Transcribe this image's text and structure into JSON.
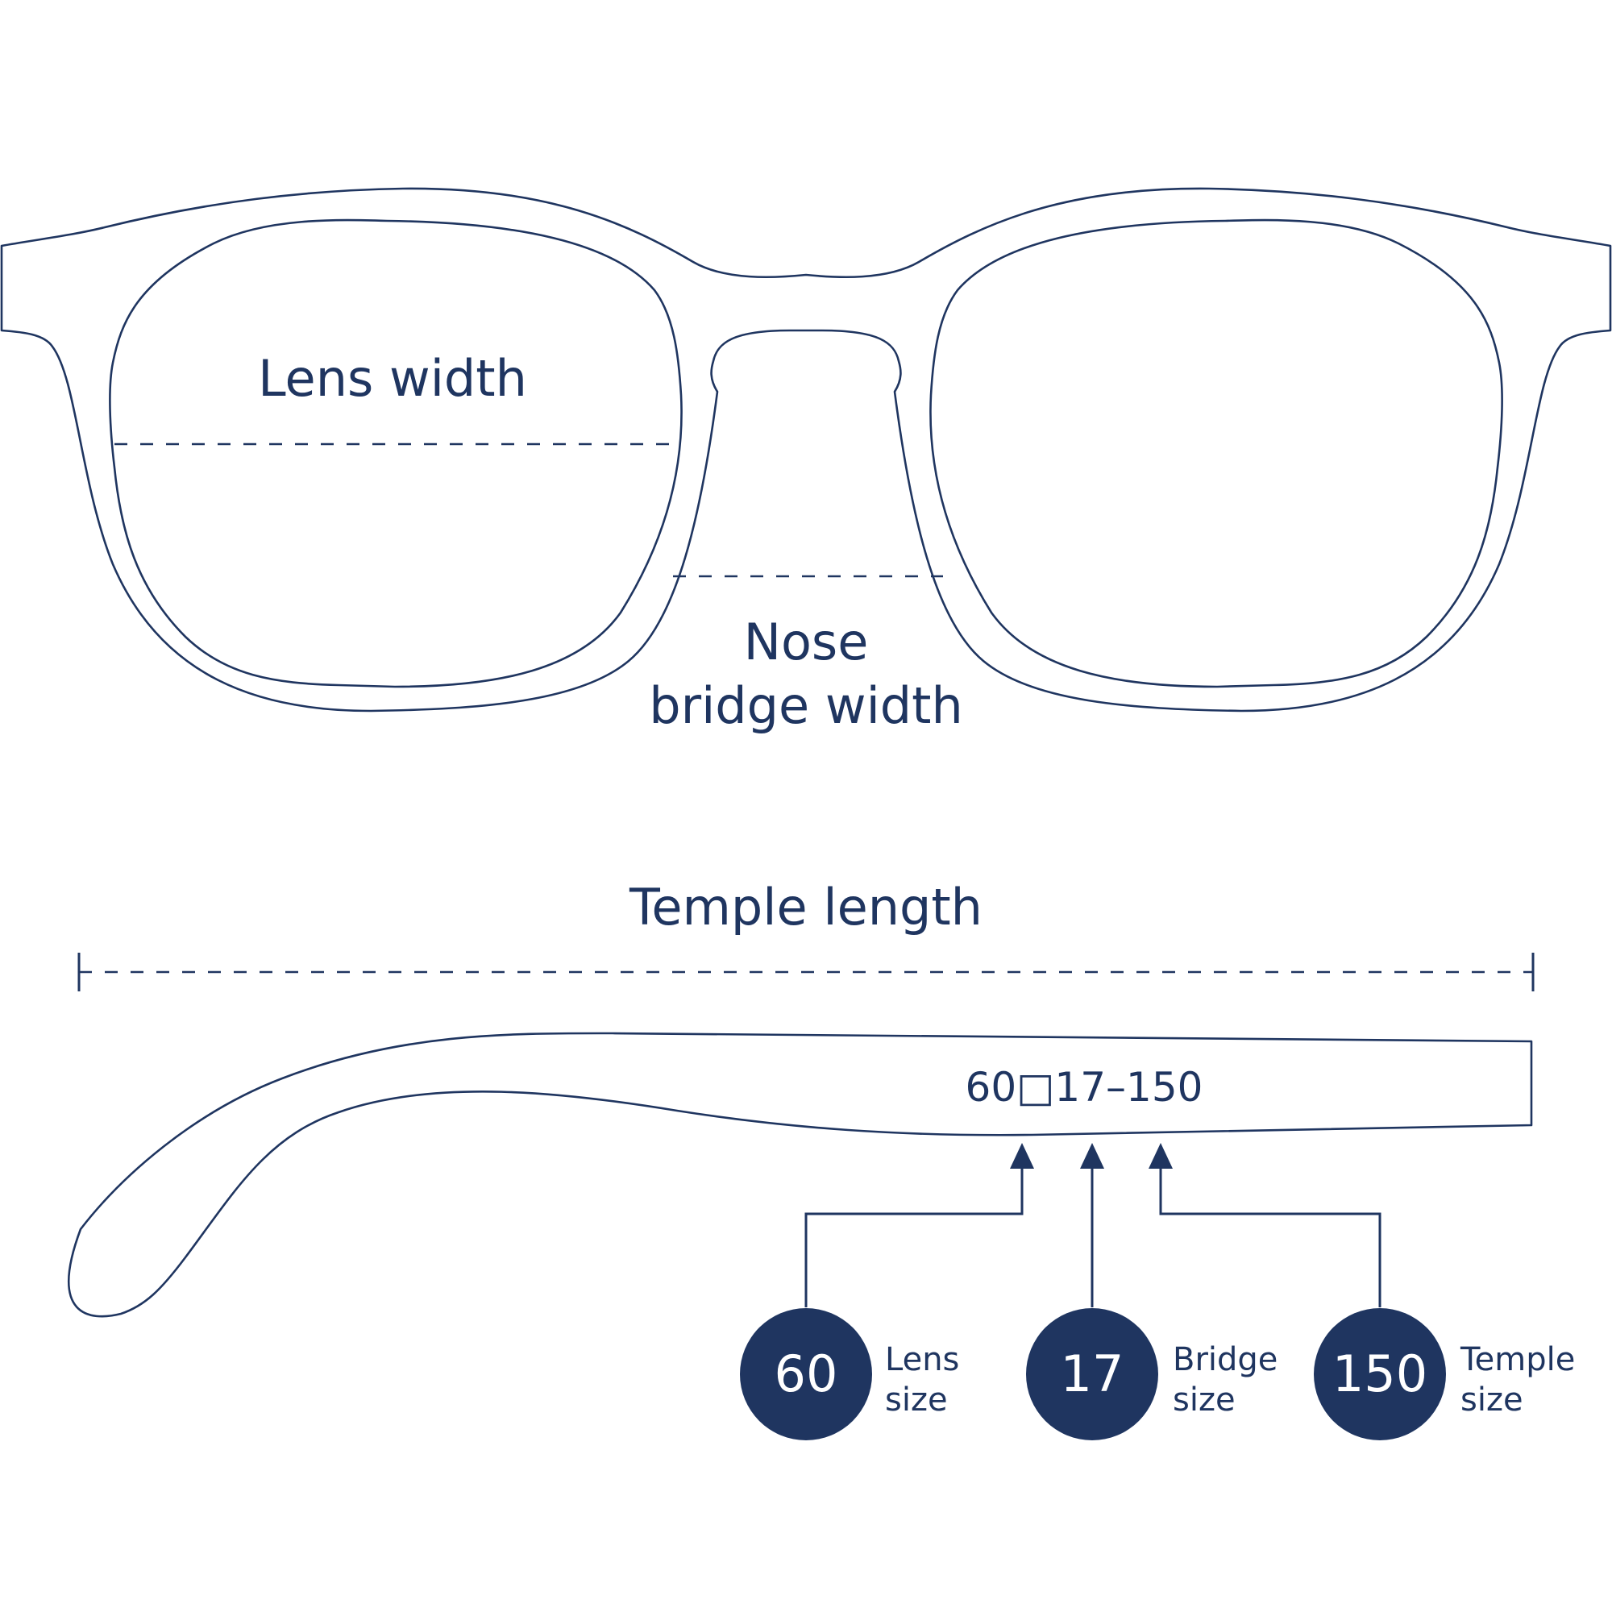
{
  "colors": {
    "ink": "#1f3560",
    "background": "#ffffff"
  },
  "front_view": {
    "lens_width_label": "Lens width",
    "nose_label_line1": "Nose",
    "nose_label_line2": "bridge width"
  },
  "side_view": {
    "temple_length_label": "Temple length",
    "size_code": "60□17–150"
  },
  "measurements": [
    {
      "value": "60",
      "caption_line1": "Lens",
      "caption_line2": "size"
    },
    {
      "value": "17",
      "caption_line1": "Bridge",
      "caption_line2": "size"
    },
    {
      "value": "150",
      "caption_line1": "Temple",
      "caption_line2": "size"
    }
  ],
  "icons": [
    "arrow-up-icon",
    "arrow-up-icon",
    "arrow-up-icon"
  ]
}
